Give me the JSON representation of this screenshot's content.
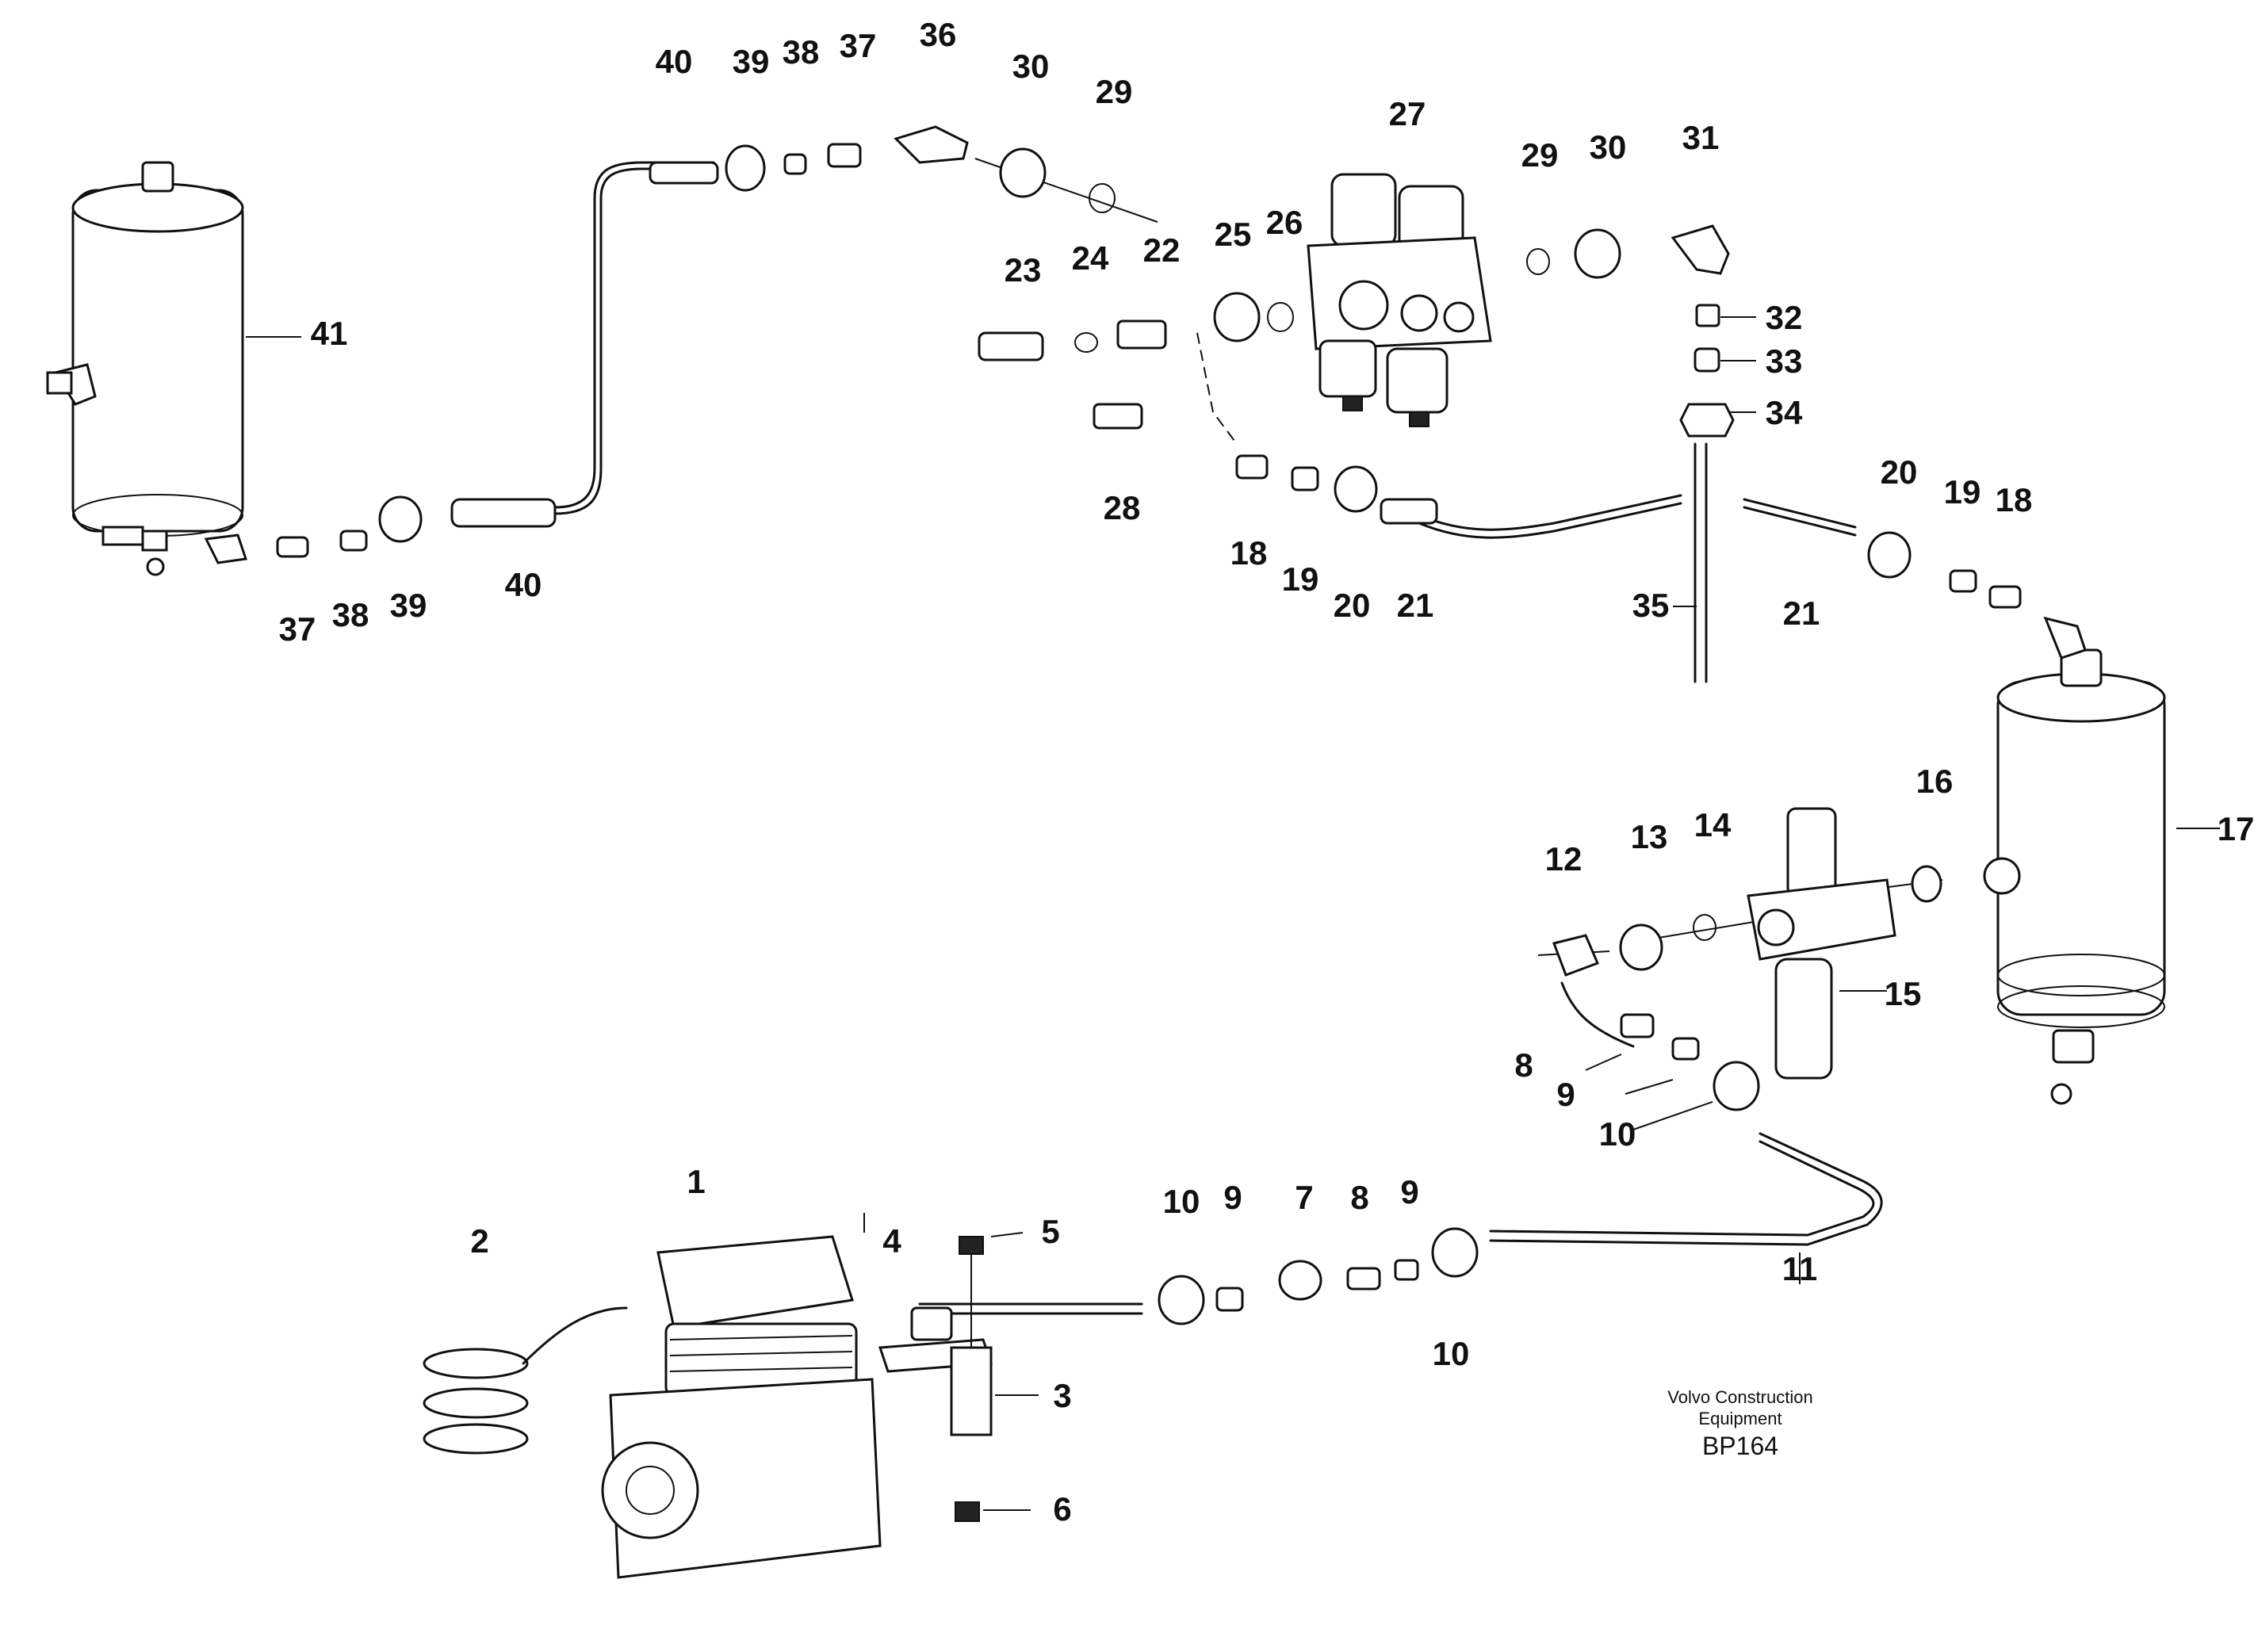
{
  "colors": {
    "ink": "#111111",
    "background": "#ffffff"
  },
  "credit": {
    "line1": "Volvo Construction",
    "line2": "Equipment",
    "code": "BP164"
  },
  "callouts": {
    "c1": "1",
    "c2": "2",
    "c3": "3",
    "c4": "4",
    "c5": "5",
    "c6": "6",
    "c7": "7",
    "c8a": "8",
    "c8b": "8",
    "c9a": "9",
    "c9b": "9",
    "c9c": "9",
    "c10a": "10",
    "c10b": "10",
    "c10c": "10",
    "c11": "11",
    "c12": "12",
    "c13": "13",
    "c14": "14",
    "c15": "15",
    "c16": "16",
    "c17": "17",
    "c18a": "18",
    "c18b": "18",
    "c19a": "19",
    "c19b": "19",
    "c20a": "20",
    "c20b": "20",
    "c21a": "21",
    "c21b": "21",
    "c22": "22",
    "c23": "23",
    "c24": "24",
    "c25": "25",
    "c26": "26",
    "c27": "27",
    "c28": "28",
    "c29a": "29",
    "c29b": "29",
    "c30a": "30",
    "c30b": "30",
    "c31": "31",
    "c32": "32",
    "c33": "33",
    "c34": "34",
    "c35": "35",
    "c36": "36",
    "c37a": "37",
    "c37b": "37",
    "c38a": "38",
    "c38b": "38",
    "c39a": "39",
    "c39b": "39",
    "c40a": "40",
    "c40b": "40",
    "c41": "41"
  }
}
